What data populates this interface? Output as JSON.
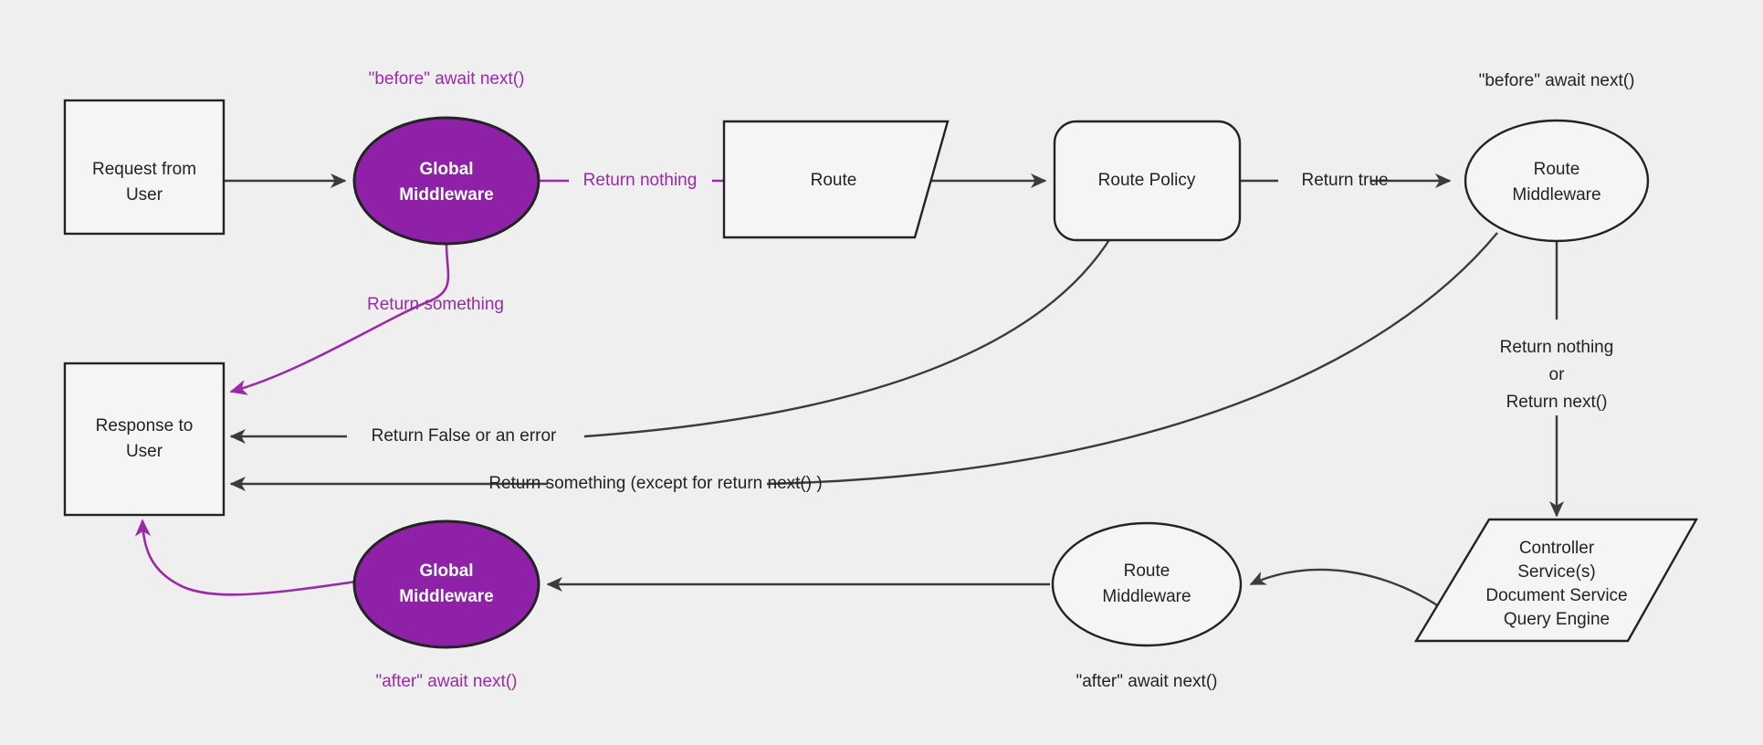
{
  "diagram": {
    "title": "Request lifecycle middleware flow",
    "background_color": "#efefef",
    "accent_color": "#8f21a8",
    "accent_text_color": "#9a2aa8",
    "line_color": "#3b3b3b",
    "node_fill": "#f5f5f5"
  },
  "nodes": {
    "request": {
      "line1": "Request from",
      "line2": "User",
      "shape": "rectangle"
    },
    "global_mw_top": {
      "line1": "Global",
      "line2": "Middleware",
      "shape": "ellipse",
      "highlight": true
    },
    "route": {
      "line1": "Route",
      "shape": "parallelogram"
    },
    "route_policy": {
      "line1": "Route Policy",
      "shape": "rounded-rectangle"
    },
    "route_mw_top": {
      "line1": "Route",
      "line2": "Middleware",
      "shape": "ellipse"
    },
    "controller": {
      "line1": "Controller",
      "line2": "Service(s)",
      "line3": "Document Service",
      "line4": "Query Engine",
      "shape": "parallelogram"
    },
    "route_mw_bottom": {
      "line1": "Route",
      "line2": "Middleware",
      "shape": "ellipse"
    },
    "global_mw_bottom": {
      "line1": "Global",
      "line2": "Middleware",
      "shape": "ellipse",
      "highlight": true
    },
    "response": {
      "line1": "Response to",
      "line2": "User",
      "shape": "rectangle"
    }
  },
  "annotations": {
    "before_global": "\"before\" await next()",
    "before_route_mw": "\"before\" await next()",
    "after_global": "\"after\" await next()",
    "after_route_mw": "\"after\" await next()"
  },
  "edges": {
    "request_to_global": "",
    "global_return_nothing": "Return nothing",
    "global_return_something": "Return something",
    "route_to_policy": "",
    "policy_return_true": "Return true",
    "policy_return_false": "Return False or an error",
    "route_mw_return_something": "Return something (except for return next() )",
    "route_mw_nothing_line1": "Return nothing",
    "route_mw_nothing_line2": "or",
    "route_mw_nothing_line3": "Return next()",
    "controller_to_route_mw": "",
    "route_mw_to_global_mw": ""
  }
}
